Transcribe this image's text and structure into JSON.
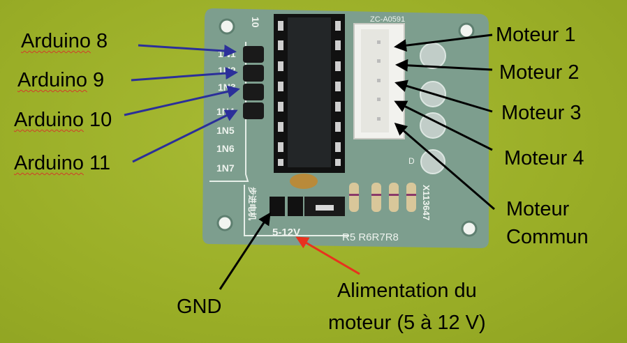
{
  "left_labels": [
    {
      "word": "Arduino",
      "num": "8"
    },
    {
      "word": "Arduino",
      "num": "9"
    },
    {
      "word": "Arduino",
      "num": "10"
    },
    {
      "word": "Arduino",
      "num": "11"
    }
  ],
  "right_labels": [
    "Moteur 1",
    "Moteur 2",
    "Moteur 3",
    "Moteur 4"
  ],
  "common_label": {
    "line1": "Moteur",
    "line2": "Commun"
  },
  "gnd_label": "GND",
  "power_label": {
    "line1": "Alimentation du",
    "line2": "moteur (5 à 12 V)"
  },
  "silkscreen": {
    "inputs": [
      "1N1",
      "1N2",
      "1N3",
      "1N4",
      "1N5",
      "1N6",
      "1N7"
    ],
    "connector": "ZC-A0591",
    "resistors": "R5 R6R7R8",
    "voltage": "5-12V",
    "board_id": "X113647",
    "chinese": "步进电机",
    "top_left": "10",
    "led_mark": "D"
  },
  "colors": {
    "input_arrow": "#2b2f9a",
    "output_arrow": "#000000",
    "power_arrow": "#e8321e",
    "board": "#7d9e8e"
  }
}
